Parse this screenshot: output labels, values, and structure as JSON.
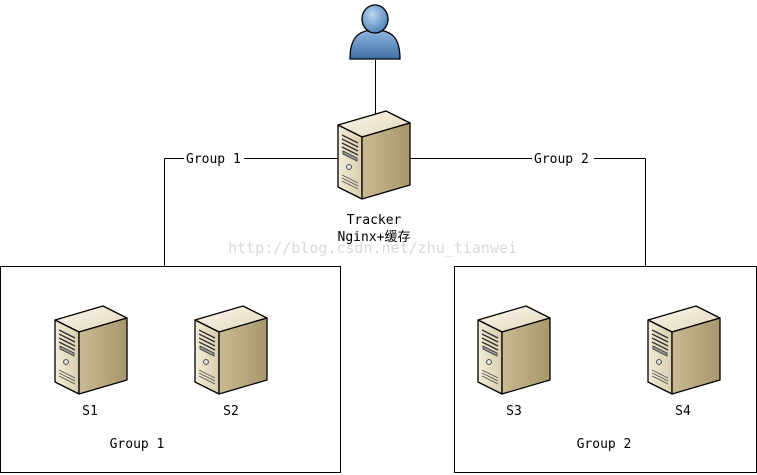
{
  "user": {
    "icon": "user-icon"
  },
  "tracker": {
    "icon": "server-icon",
    "name": "Tracker",
    "subtitle": "Nginx+缓存"
  },
  "links": {
    "left_label": "Group 1",
    "right_label": "Group 2"
  },
  "groups": [
    {
      "label": "Group 1",
      "servers": [
        {
          "label": "S1",
          "icon": "server-icon"
        },
        {
          "label": "S2",
          "icon": "server-icon"
        }
      ]
    },
    {
      "label": "Group 2",
      "servers": [
        {
          "label": "S3",
          "icon": "server-icon"
        },
        {
          "label": "S4",
          "icon": "server-icon"
        }
      ]
    }
  ],
  "watermark": "http://blog.csdn.net/zhu_tianwei",
  "colors": {
    "server_face": "#e6dcc3",
    "server_side": "#b6a67c",
    "user_blue": "#5b8fc7"
  }
}
